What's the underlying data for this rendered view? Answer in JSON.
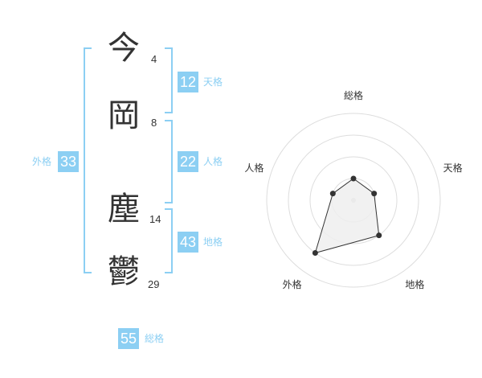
{
  "name": {
    "chars": [
      {
        "char": "今",
        "strokes": "4"
      },
      {
        "char": "岡",
        "strokes": "8"
      },
      {
        "char": "塵",
        "strokes": "14"
      },
      {
        "char": "鬱",
        "strokes": "29"
      }
    ]
  },
  "kaku": {
    "tenkaku": {
      "value": "12",
      "label": "天格"
    },
    "jinkaku": {
      "value": "22",
      "label": "人格"
    },
    "chikaku": {
      "value": "43",
      "label": "地格"
    },
    "gaikaku": {
      "value": "33",
      "label": "外格"
    },
    "soukaku": {
      "value": "55",
      "label": "総格"
    }
  },
  "colors": {
    "accent": "#8ccff3",
    "text": "#333333",
    "grid": "#dddddd",
    "fill": "#eeeeee"
  },
  "chart_data": {
    "type": "radar",
    "axes": [
      "総格",
      "天格",
      "地格",
      "外格",
      "人格"
    ],
    "rings": 4,
    "max": 4,
    "values": [
      1,
      1,
      2,
      3,
      1
    ]
  }
}
